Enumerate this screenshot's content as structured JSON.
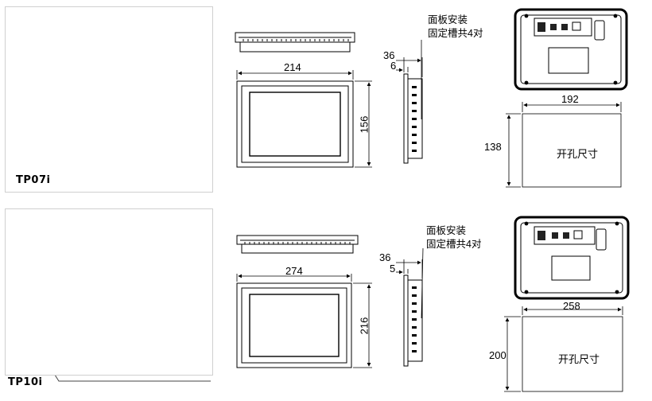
{
  "rows": [
    {
      "model": "TP07i",
      "front": {
        "width": "214",
        "height": "156"
      },
      "side": {
        "depth": "36",
        "panel": "6"
      },
      "mount_note": [
        "面板安装",
        "固定槽共4对"
      ],
      "cutout": {
        "width": "192",
        "height": "138",
        "label": "开孔尺寸"
      }
    },
    {
      "model": "TP10i",
      "front": {
        "width": "274",
        "height": "216"
      },
      "side": {
        "depth": "36",
        "panel": "5"
      },
      "mount_note": [
        "面板安装",
        "固定槽共4对"
      ],
      "cutout": {
        "width": "258",
        "height": "200",
        "label": "开孔尺寸"
      }
    }
  ]
}
